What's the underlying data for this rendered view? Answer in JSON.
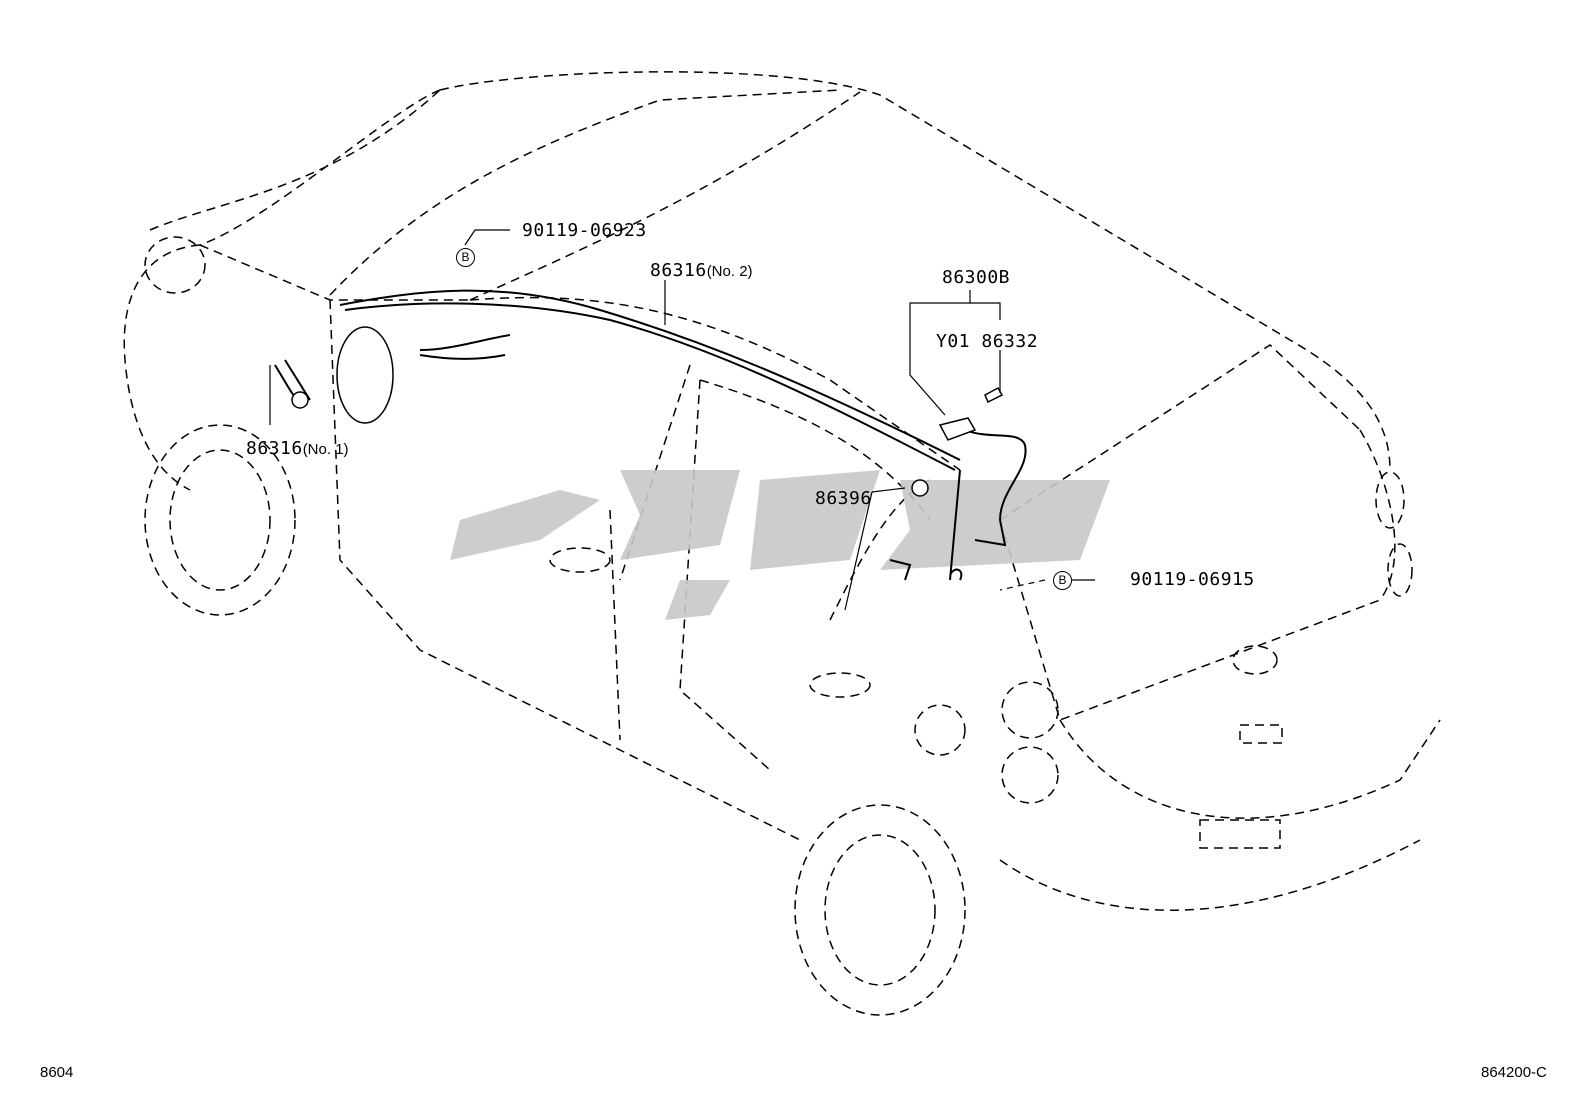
{
  "labels": {
    "clip_upper": "90119-06923",
    "clip_lower": "90119-06915",
    "cable_no2_part": "86316",
    "cable_no2_suffix": "(No. 2)",
    "cable_no1_part": "86316",
    "cable_no1_suffix": "(No. 1)",
    "assembly": "86300B",
    "antenna_code": "Y01",
    "antenna_part": "86332",
    "grommet": "86396",
    "callout_b": "B"
  },
  "footer": {
    "left": "8604",
    "right": "864200-C"
  },
  "colors": {
    "line": "#000000",
    "watermark": "#c8c8c8"
  }
}
